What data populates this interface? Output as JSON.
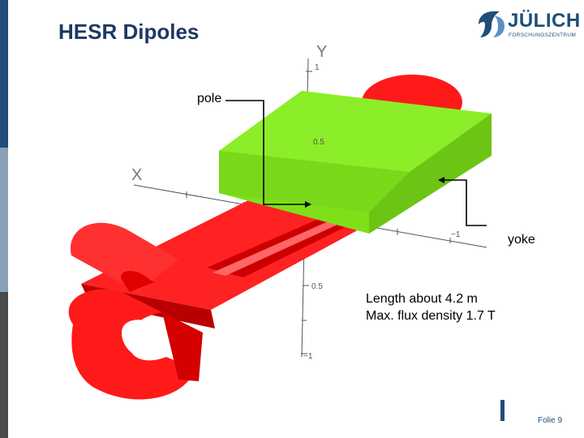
{
  "slide": {
    "title": "HESR Dipoles",
    "page_label": "Folie 9"
  },
  "logo": {
    "name": "JÜLICH",
    "subtitle": "FORSCHUNGSZENTRUM"
  },
  "axes": {
    "x_name": "X",
    "y_name": "Y",
    "y_tick_top": "1",
    "y_tick_mid": "0.5",
    "y_tick_lower": "0.5",
    "y_tick_bottom": "−1",
    "x_tick_right": "−1"
  },
  "labels": {
    "pole": "pole",
    "yoke": "yoke"
  },
  "info": {
    "length": "Length about 4.2 m",
    "flux": "Max. flux density 1.7 T"
  },
  "colors": {
    "title": "#1f3864",
    "brand": "#1f4e79",
    "yoke": "#ff1a1a",
    "pole": "#88ee22"
  }
}
